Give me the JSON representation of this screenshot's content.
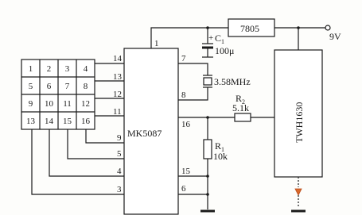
{
  "keypad": {
    "keys": [
      "1",
      "2",
      "3",
      "4",
      "5",
      "6",
      "7",
      "8",
      "9",
      "10",
      "11",
      "12",
      "13",
      "14",
      "15",
      "16"
    ]
  },
  "chip_mk5087": {
    "name": "MK5087",
    "pins": {
      "p14": "14",
      "p13": "13",
      "p12": "12",
      "p11": "11",
      "p9": "9",
      "p5": "5",
      "p4": "4",
      "p3": "3",
      "p1": "1",
      "p7": "7",
      "p8": "8",
      "p16": "16",
      "p15": "15",
      "p6": "6"
    }
  },
  "chip_tw": {
    "name": "TWH1630"
  },
  "regulator": {
    "name": "7805"
  },
  "supply": {
    "label": "9V"
  },
  "crystal": {
    "label": "3.58MHz"
  },
  "c1": {
    "name": "C",
    "sub": "1",
    "value": "100μ"
  },
  "r2": {
    "name": "R",
    "sub": "2",
    "value": "5.1k"
  },
  "r1": {
    "name": "R",
    "sub": "1",
    "value": "10k"
  }
}
